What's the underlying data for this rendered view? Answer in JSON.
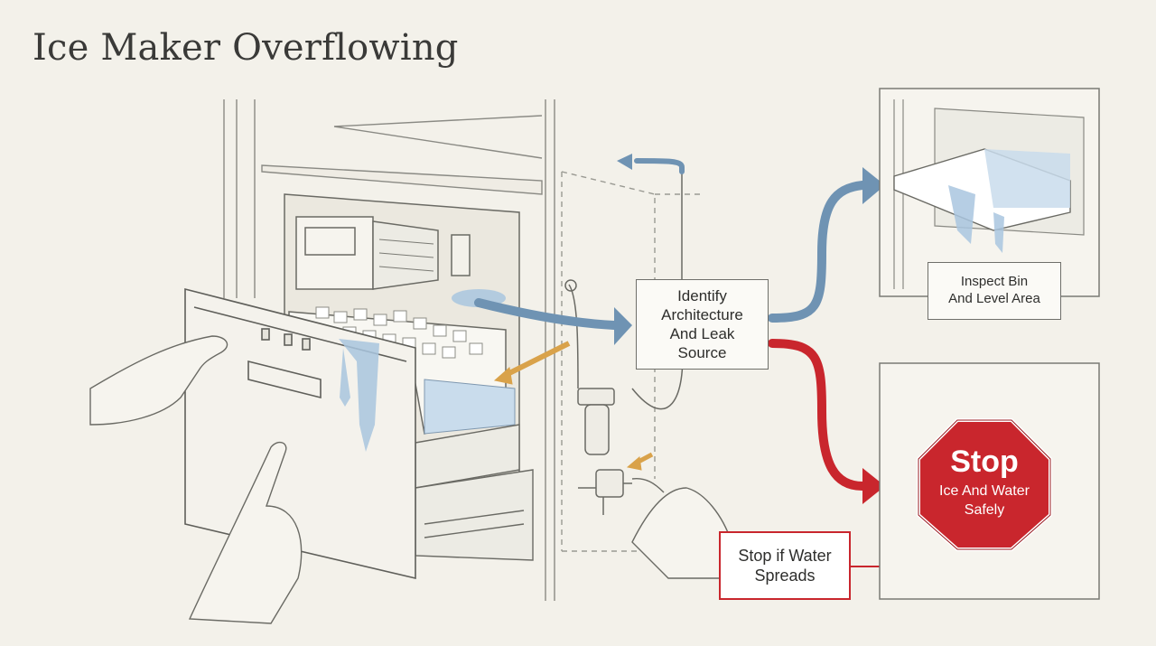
{
  "title": "Ice Maker Overflowing",
  "labels": {
    "identify": "Identify\nArchitecture\nAnd Leak\nSource",
    "inspect": "Inspect Bin\nAnd Level Area",
    "stop_if_water": "Stop if Water\nSpreads"
  },
  "stop_sign": {
    "title": "Stop",
    "subtitle": "Ice And Water\nSafely"
  },
  "colors": {
    "background": "#f3f1ea",
    "ink": "#5a5a55",
    "blue_arrow": "#6f93b3",
    "red_arrow": "#c9262d",
    "orange_arrow": "#d9a24a",
    "water": "#a9c6df"
  },
  "icons": [
    "ice-maker-drawer",
    "ice-bin",
    "water-filter",
    "shutoff-valve",
    "hands",
    "stop-sign"
  ]
}
